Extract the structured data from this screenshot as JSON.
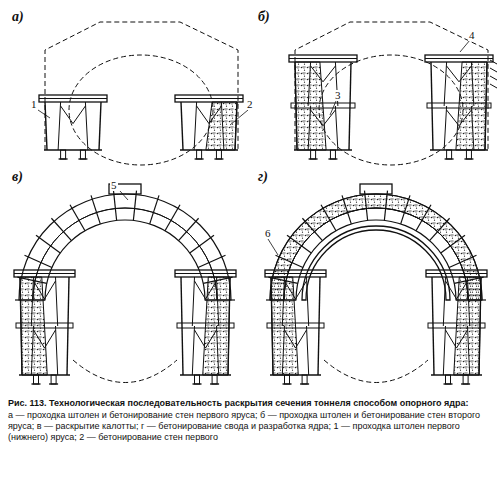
{
  "diagram": {
    "title": "Рис. 113. Технологическая последовательность раскрытия сечения тоннеля способом опорного ядра:",
    "caption": "а — проходка штолен и бетонирование стен первого яруса; б — проходка штолен и бетонирование стен второго яруса; в — раскрытие калотты; г — бетонирование свода и разработка ядра; 1 — проходка штолен первого (нижнего) яруса; 2 — бетонирование стен первого",
    "labels": [
      "а)",
      "б)",
      "в)",
      "г)",
      "1",
      "2",
      "3",
      "4",
      "5",
      "6"
    ]
  }
}
